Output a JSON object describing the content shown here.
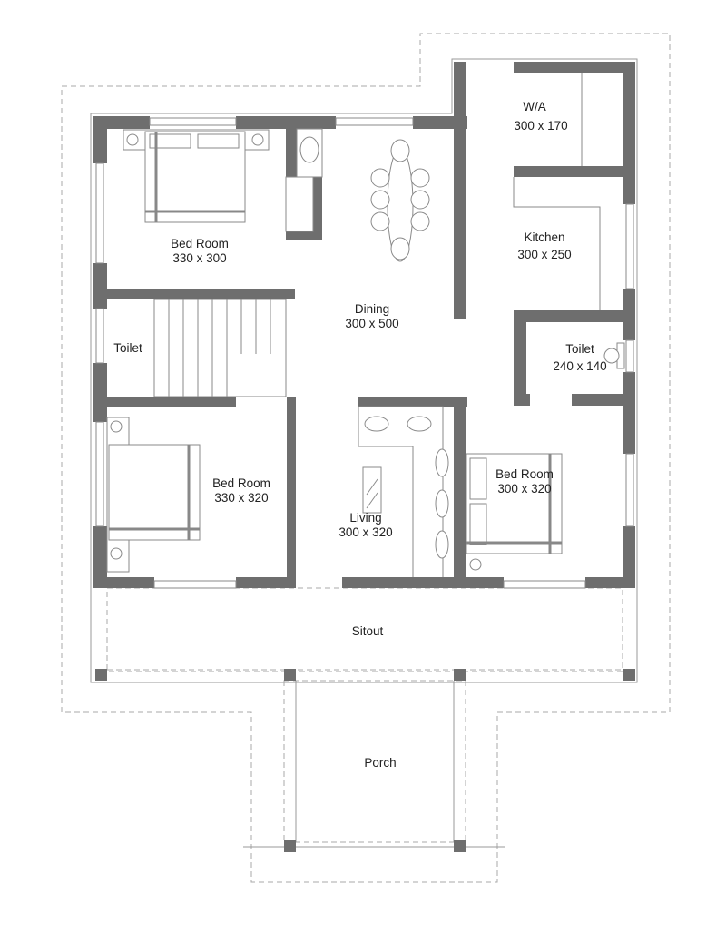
{
  "colors": {
    "wall": "#6e6e6e",
    "line": "#9a9a9a",
    "background": "#ffffff"
  },
  "rooms": [
    {
      "id": "bedroom-1",
      "name": "Bed Room",
      "size": "330 x 300"
    },
    {
      "id": "toilet-1",
      "name": "Toilet",
      "size": ""
    },
    {
      "id": "dining",
      "name": "Dining",
      "size": "300 x 500"
    },
    {
      "id": "wa",
      "name": "W/A",
      "size": "300 x 170"
    },
    {
      "id": "kitchen",
      "name": "Kitchen",
      "size": "300 x 250"
    },
    {
      "id": "toilet-2",
      "name": "Toilet",
      "size": "240 x 140"
    },
    {
      "id": "bedroom-2",
      "name": "Bed Room",
      "size": "330 x 320"
    },
    {
      "id": "living",
      "name": "Living",
      "size": "300 x 320"
    },
    {
      "id": "bedroom-3",
      "name": "Bed Room",
      "size": "300 x 320"
    },
    {
      "id": "sitout",
      "name": "Sitout",
      "size": ""
    },
    {
      "id": "porch",
      "name": "Porch",
      "size": ""
    }
  ]
}
